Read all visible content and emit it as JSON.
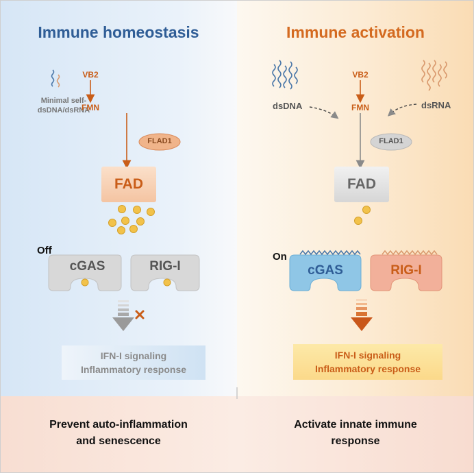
{
  "left": {
    "title": "Immune homeostasis",
    "nucleic_label": "Minimal self-\ndsDNA/dsRNA",
    "vb2": "VB2",
    "fmn": "FMN",
    "flad1": "FLAD1",
    "fad": "FAD",
    "state": "Off",
    "cgas": "cGAS",
    "rigi": "RIG-I",
    "ifn_line1": "IFN-I signaling",
    "ifn_line2": "Inflammatory response",
    "bottom_line1": "Prevent auto-inflammation",
    "bottom_line2": "and senescence"
  },
  "right": {
    "title": "Immune activation",
    "dsdna": "dsDNA",
    "dsrna": "dsRNA",
    "vb2": "VB2",
    "fmn": "FMN",
    "flad1": "FLAD1",
    "fad": "FAD",
    "state": "On",
    "cgas": "cGAS",
    "rigi": "RIG-I",
    "ifn_line1": "IFN-I signaling",
    "ifn_line2": "Inflammatory response",
    "bottom_line1": "Activate innate immune",
    "bottom_line2": "response"
  },
  "colors": {
    "blue_title": "#2f5d96",
    "orange_title": "#d46a20",
    "orange_arrow": "#c95d18",
    "blue_panel": "#d9e8f7",
    "orange_panel": "#fbe3c4",
    "fad_dot": "#f2c24a",
    "cgas_on": "#8fc6e6",
    "rigi_on": "#f2b09a",
    "receptor_off": "#d8d8d8"
  }
}
